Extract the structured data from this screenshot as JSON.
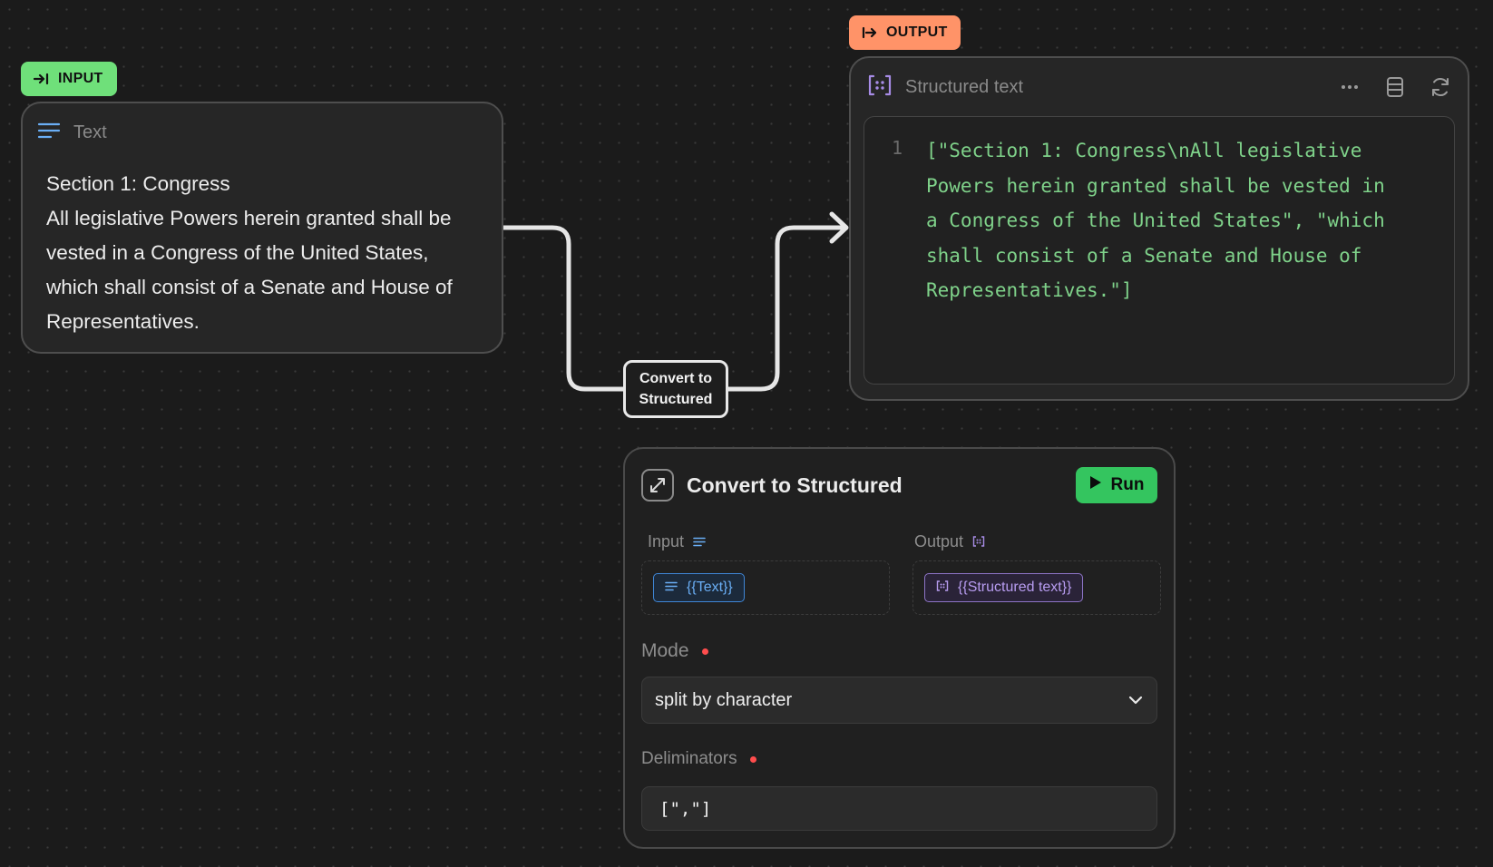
{
  "input_node": {
    "badge": "INPUT",
    "header": "Text",
    "lines": [
      "Section 1: Congress",
      "All legislative Powers herein granted shall be vested in a Congress of the United States, which shall consist of a Senate and House of Representatives."
    ]
  },
  "output_node": {
    "badge": "OUTPUT",
    "header": "Structured text",
    "line_number": "1",
    "code": "[\"Section 1: Congress\\nAll legislative Powers herein granted shall be vested in a Congress of the United States\", \"which shall consist of a Senate and House of Representatives.\"]"
  },
  "edge_node": {
    "label": "Convert to Structured"
  },
  "panel": {
    "title": "Convert to Structured",
    "run_label": "Run",
    "input_label": "Input",
    "output_label": "Output",
    "input_chip": "{{Text}}",
    "output_chip": "{{Structured text}}",
    "mode_label": "Mode",
    "mode_value": "split by character",
    "delim_label": "Deliminators",
    "delim_value": "[\",\"]"
  },
  "colors": {
    "input_badge": "#6fe07a",
    "output_badge": "#ff9368",
    "run_button": "#34c55f",
    "code_text": "#7fd28a",
    "text_chip": "#6aaef5",
    "structured_chip": "#b79cf0",
    "required_dot": "#ff4d4d"
  }
}
